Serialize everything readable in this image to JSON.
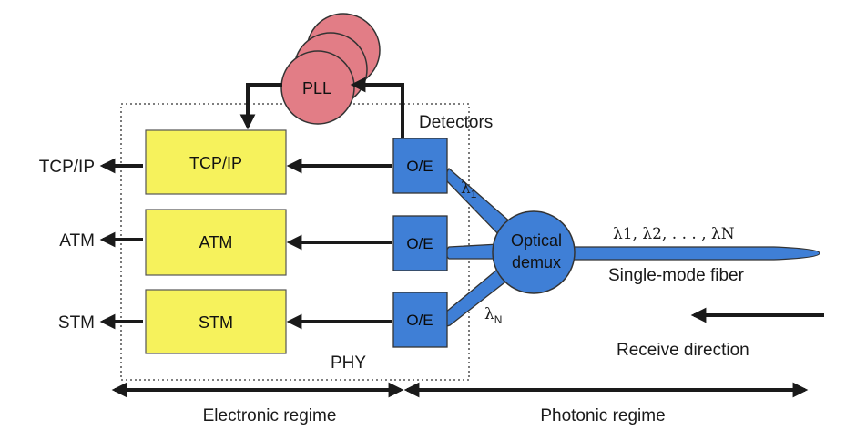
{
  "diagram": {
    "pll": "PLL",
    "detectors": "Detectors",
    "protocols": [
      {
        "box": "TCP/IP",
        "out": "TCP/IP",
        "detector": "O/E"
      },
      {
        "box": "ATM",
        "out": "ATM",
        "detector": "O/E"
      },
      {
        "box": "STM",
        "out": "STM",
        "detector": "O/E"
      }
    ],
    "phy": "PHY",
    "demux_line1": "Optical",
    "demux_line2": "demux",
    "lambda_first": "λ",
    "lambda_first_sub": "1",
    "lambda_last": "λ",
    "lambda_last_sub": "N",
    "fiber_wavelengths": "λ1, λ2, . . . , λN",
    "fiber_label": "Single-mode fiber",
    "receive_label": "Receive direction",
    "electronic_regime": "Electronic regime",
    "photonic_regime": "Photonic regime"
  },
  "colors": {
    "protocol_box": "#f6f25c",
    "detector": "#3f7fd6",
    "demux": "#3f7fd6",
    "pll": "#e27d86"
  }
}
